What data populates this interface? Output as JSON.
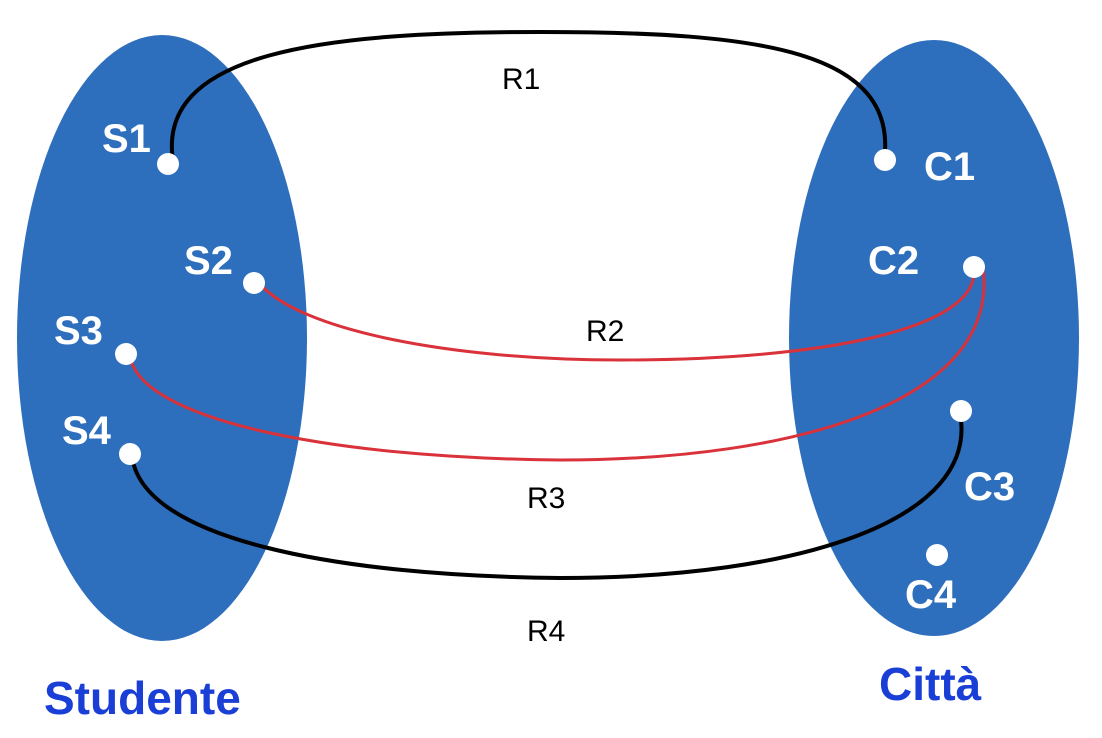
{
  "colors": {
    "set_fill": "#2e6fbd",
    "set_title": "#1a3fd6",
    "node_fill": "#ffffff",
    "edge_black": "#000000",
    "edge_red": "#d9323a"
  },
  "sets": {
    "left": {
      "title": "Studente",
      "elements": [
        "S1",
        "S2",
        "S3",
        "S4"
      ]
    },
    "right": {
      "title": "Città",
      "elements": [
        "C1",
        "C2",
        "C3",
        "C4"
      ]
    }
  },
  "relations": [
    {
      "label": "R1",
      "from": "S1",
      "to": "C1",
      "color": "black"
    },
    {
      "label": "R2",
      "from": "S2",
      "to": "C2",
      "color": "red"
    },
    {
      "label": "R3",
      "from": "S3",
      "to": "C2",
      "color": "red"
    },
    {
      "label": "R4",
      "from": "S4",
      "to": "C3",
      "color": "black"
    }
  ]
}
